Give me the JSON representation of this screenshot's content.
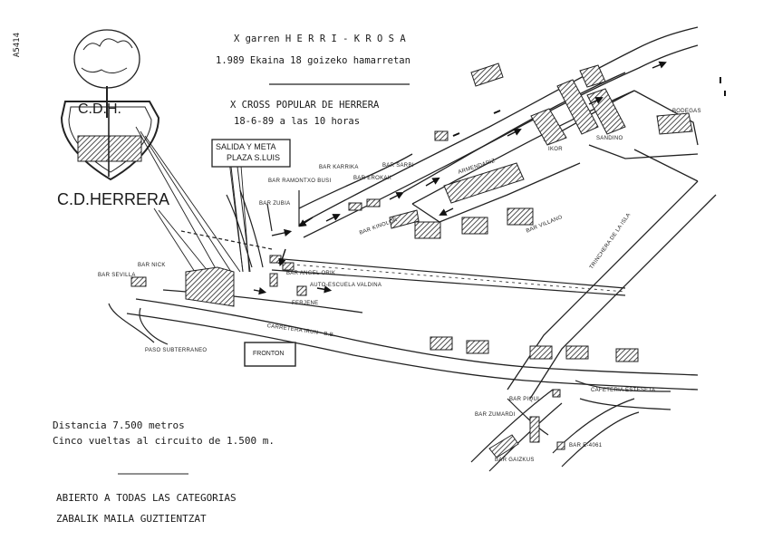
{
  "archive_code": "A5414",
  "header": {
    "title_eu": "X garren H E R R I - K R O S A",
    "date_eu": "1.989 Ekaina 18 goizeko hamarretan",
    "title_es": "X CROSS POPULAR DE HERRERA",
    "date_es": "18-6-89 a las 10 horas"
  },
  "club": {
    "logo_text": "C.D.H.",
    "name": "C.D.HERRERA"
  },
  "start_sign": {
    "line1": "SALIDA Y META",
    "line2": "PLAZA S.LUIS"
  },
  "places": {
    "bar_karrika": "BAR KARRIKA",
    "bar_sarbi": "BAR SARBI",
    "bar_ramon_txo_busi": "BAR RAMONTXO BUSI",
    "bar_erokak": "BAR EROKAK",
    "bar_zubia": "BAR ZUBIA",
    "bar_kinolor": "BAR KINOLOR",
    "armendariz": "ARMENDARIZ",
    "bar_nick": "BAR NICK",
    "bar_sevilla": "BAR SEVILLA",
    "bar_angel_orik": "BAR ANGEL ORIK",
    "auto_escuela": "AUTO-ESCUELA VALDINA",
    "ferjene": "FERJENE",
    "paso_subterraneo": "PASO SUBTERRANEO",
    "fronton": "FRONTON",
    "carretera": "CARRETERA  IRUN - B.B.",
    "ikor": "IKOR",
    "sandino": "SANDINO",
    "bodegas": "BODEGAS",
    "bar_villano": "BAR VILLANO",
    "cafeteria": "CAFETERIA ESTESETA",
    "bar_piqui": "BAR PIQUI",
    "bar_zumardi": "BAR ZUMARDI",
    "bar_gaizkus": "BAR GAIZKUS",
    "bar_e_4061": "BAR E-4061",
    "trinchera": "TRINCHERA DE LA ISLA"
  },
  "info": {
    "distance": "Distancia  7.500 metros",
    "laps": "Cinco vueltas al circuito de 1.500 m.",
    "open_es": "ABIERTO A TODAS LAS CATEGORIAS",
    "open_eu": "ZABALIK MAILA  GUZTIENTZAT"
  }
}
